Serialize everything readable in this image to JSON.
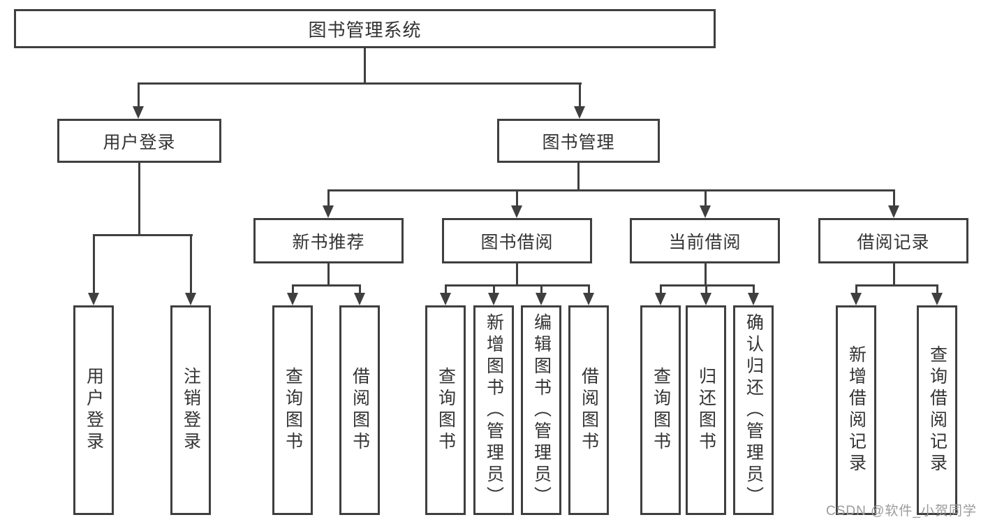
{
  "diagram_title": "图书管理系统",
  "tree": {
    "root": {
      "label": "图书管理系统"
    },
    "branches": [
      {
        "label": "用户登录",
        "children": [
          {
            "label": "用户登录"
          },
          {
            "label": "注销登录"
          }
        ]
      },
      {
        "label": "图书管理",
        "children": [
          {
            "label": "新书推荐",
            "children": [
              {
                "label": "查询图书"
              },
              {
                "label": "借阅图书"
              }
            ]
          },
          {
            "label": "图书借阅",
            "children": [
              {
                "label": "查询图书"
              },
              {
                "label": "新增图书（管理员）"
              },
              {
                "label": "编辑图书（管理员）"
              },
              {
                "label": "借阅图书"
              }
            ]
          },
          {
            "label": "当前借阅",
            "children": [
              {
                "label": "查询图书"
              },
              {
                "label": "归还图书"
              },
              {
                "label": "确认归还（管理员）"
              }
            ]
          },
          {
            "label": "借阅记录",
            "children": [
              {
                "label": "新增借阅记录"
              },
              {
                "label": "查询借阅记录"
              }
            ]
          }
        ]
      }
    ]
  },
  "watermark": "CSDN @软件_小贺同学",
  "colors": {
    "line": "#3f3f3f",
    "text": "#333333",
    "background": "#ffffff",
    "watermark": "#9b9b9b"
  }
}
